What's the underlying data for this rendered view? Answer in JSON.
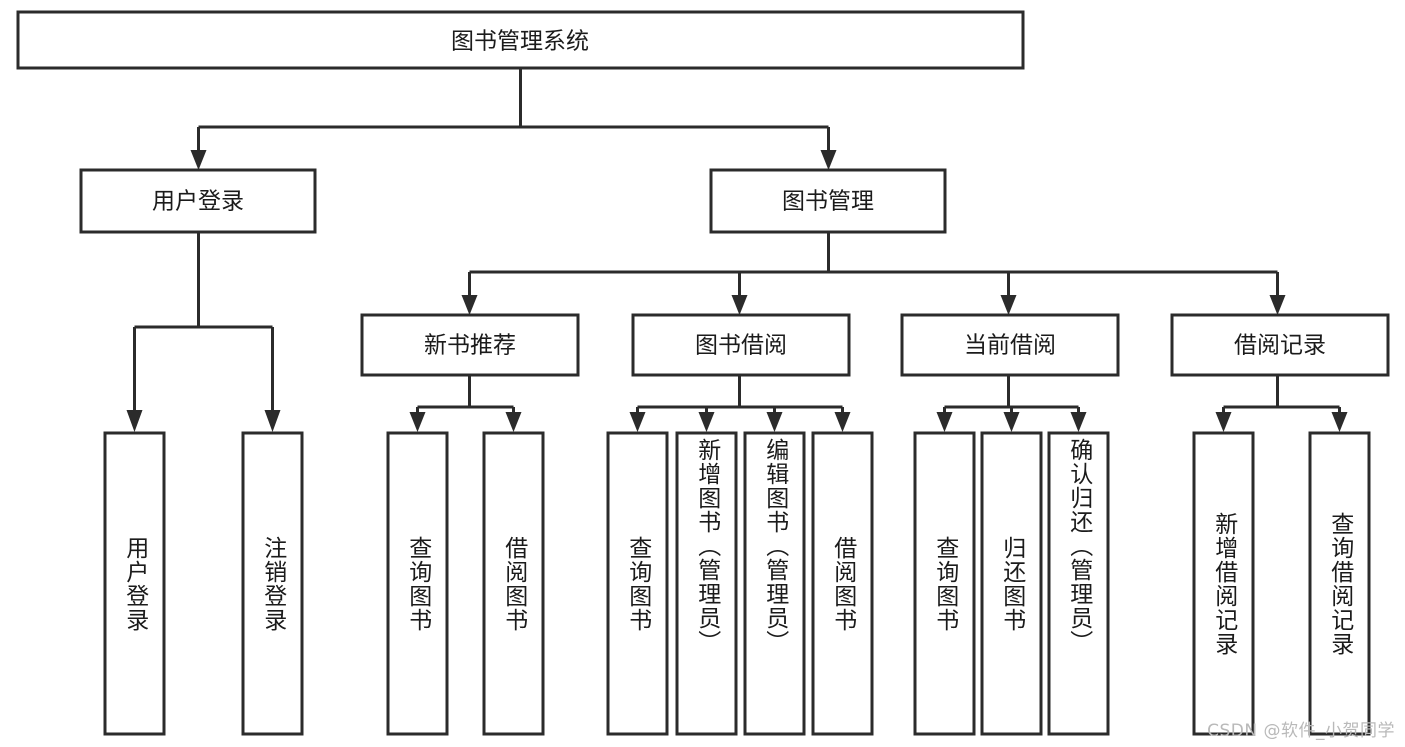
{
  "diagram": {
    "type": "tree-hierarchy",
    "title": "图书管理系统",
    "orientation": "top-down",
    "colors": {
      "box_stroke": "#2b2b2b",
      "box_fill": "#ffffff",
      "text": "#1b1b1b",
      "connector": "#2b2b2b",
      "background": "#ffffff",
      "watermark": "#b9b9b9"
    },
    "root": {
      "label": "图书管理系统"
    },
    "level2": [
      {
        "label": "用户登录"
      },
      {
        "label": "图书管理"
      }
    ],
    "level3": [
      {
        "label": "新书推荐"
      },
      {
        "label": "图书借阅"
      },
      {
        "label": "当前借阅"
      },
      {
        "label": "借阅记录"
      }
    ],
    "leaves": {
      "user_login": [
        {
          "label": "用户登录"
        },
        {
          "label": "注销登录"
        }
      ],
      "new_book_recommend": [
        {
          "label": "查询图书"
        },
        {
          "label": "借阅图书"
        }
      ],
      "book_borrow": [
        {
          "label": "查询图书"
        },
        {
          "label": "新增图书（管理员）"
        },
        {
          "label": "编辑图书（管理员）"
        },
        {
          "label": "借阅图书"
        }
      ],
      "current_borrow": [
        {
          "label": "查询图书"
        },
        {
          "label": "归还图书"
        },
        {
          "label": "确认归还（管理员）"
        }
      ],
      "borrow_record": [
        {
          "label": "新增借阅记录"
        },
        {
          "label": "查询借阅记录"
        }
      ]
    }
  },
  "watermark": {
    "text": "CSDN @软件_小贺同学"
  }
}
